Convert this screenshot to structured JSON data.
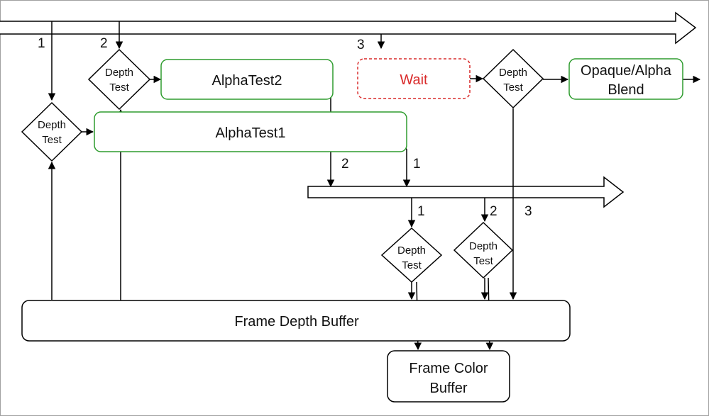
{
  "colors": {
    "stroke": "#000000",
    "green": "#2e9c2e",
    "red": "#d92a2a",
    "frame": "#a0a0a0"
  },
  "nodes": {
    "alpha_test_2": "AlphaTest2",
    "alpha_test_1": "AlphaTest1",
    "wait": "Wait",
    "opaque_alpha_blend": [
      "Opaque/Alpha",
      "Blend"
    ],
    "frame_depth_buffer": "Frame Depth Buffer",
    "frame_color_buffer": [
      "Frame Color",
      "Buffer"
    ],
    "depth_test": [
      "Depth",
      "Test"
    ]
  },
  "numbers": {
    "top_1": "1",
    "top_2": "2",
    "top_3": "3",
    "mid_2": "2",
    "mid_1": "1",
    "low_1": "1",
    "low_2": "2",
    "low_3": "3"
  }
}
